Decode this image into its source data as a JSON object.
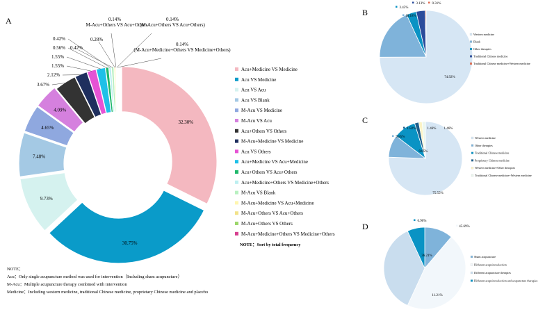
{
  "chart_data": [
    {
      "panel": "A",
      "type": "pie",
      "style": "donut-exploded",
      "categories": [
        "Acu+Medicine VS Medicine",
        "Acu VS Medicine",
        "Acu VS Acu",
        "Acu VS Blank",
        "M-Acu VS Medicine",
        "M-Acu VS Acu",
        "Acu+Others VS Others",
        "M-Acu+Medicine VS Medicine",
        "Acu VS Others",
        "Acu+Medicine VS Acu+Medicine",
        "Acu+Others VS Acu+Others",
        "Acu+Medicine+Others VS Medicine+Others",
        "M-Acu VS Blank",
        "M-Acu+Medicine VS Acu+Medicine",
        "M-Acu+Others VS Acu+Others",
        "M-Acu+Others VS Others",
        "M-Acu+Medicine+Others VS Medicine+Others"
      ],
      "values": [
        32.3,
        30.75,
        9.73,
        7.48,
        4.65,
        4.09,
        3.67,
        2.12,
        1.55,
        1.55,
        0.56,
        0.42,
        0.42,
        0.28,
        0.14,
        0.14,
        0.14
      ],
      "labels": [
        "32.30%",
        "30.75%",
        "9.73%",
        "7.48%",
        "4.65%",
        "4.09%",
        "3.67%",
        "2.12%",
        "1.55%",
        "1.55%",
        "0.56%",
        "0.42%",
        "0.42%",
        "0.28%",
        "0.14%",
        "0.14%",
        "0.14%"
      ],
      "callouts": [
        "0.14%\nM-Acu+Others VS Acu+Others",
        "0.14%\n(M-Acu+Others VS Acu+Others)",
        "0.14%\n(M-Acu+Medicine+Others VS Medicine+Others)"
      ],
      "colors": [
        "#F4B8C0",
        "#0A9BC9",
        "#D5F2EF",
        "#A4C9E4",
        "#8FA8DF",
        "#D580DE",
        "#333333",
        "#1F2F5E",
        "#E653D4",
        "#1EC0E8",
        "#1FB86B",
        "#BDEFF0",
        "#B8F0C0",
        "#FFF6B0",
        "#F2E28A",
        "#9CD66B",
        "#D63F8F"
      ],
      "legend_note": "NOTE：Sort by total frequency",
      "legend_position": "right"
    },
    {
      "panel": "B",
      "type": "pie",
      "categories": [
        "Western medicine",
        "Blank",
        "Other therapies",
        "Traditional Chinese medicine",
        "Traditional Chinese medicine+Western medicine"
      ],
      "values": [
        74.92,
        18.18,
        3.45,
        3.13,
        0.31
      ],
      "labels": [
        "74.92%",
        "18.18%",
        "3.45%",
        "3.13%",
        "0.31%"
      ],
      "colors": [
        "#D6E6F4",
        "#7FB3DA",
        "#0A93C4",
        "#2B4C9C",
        "#E06A4F"
      ],
      "legend_position": "right"
    },
    {
      "panel": "C",
      "type": "pie",
      "categories": [
        "Western medicine",
        "Other therapies",
        "Traditional Chinese medicine",
        "Proprietary Chinese medicine",
        "Western medicine+Other therapies",
        "Traditional Chinese medicine+Western medicine"
      ],
      "values": [
        75.55,
        9.85,
        9.85,
        1.82,
        1.46,
        1.46
      ],
      "labels": [
        "75.55%",
        "9.85%",
        "9.85%",
        "1.82%",
        "1.46%",
        "1.46%"
      ],
      "colors": [
        "#D6E6F4",
        "#7FB3DA",
        "#0A93C4",
        "#1E5F8C",
        "#FBF3C6",
        "#EAF6EE"
      ],
      "legend_position": "right"
    },
    {
      "panel": "D",
      "type": "pie",
      "categories": [
        "Sham acupuncture",
        "Different acupoint selection",
        "Different acupuncture therapies",
        "Different acupoint selection and acupuncture therapies"
      ],
      "values": [
        11.21,
        45.69,
        36.21,
        6.9
      ],
      "labels": [
        "11.21%",
        "45.69%",
        "36.21%",
        "6.90%"
      ],
      "colors": [
        "#7FB3DA",
        "#F2F7FB",
        "#C9DDEE",
        "#0A93C4"
      ],
      "legend_position": "right"
    }
  ],
  "notes": {
    "title": "NOTE：",
    "lines": [
      "Acu：Only single acupuncture method was used for intervention（Including sham acupuncture）",
      "M-Acu：Multiple acupuncture therapy combined with intervention",
      "Medicine：Including western medicine, traditional Chinese medicine, proprietary Chinese medicine and placebo"
    ]
  }
}
